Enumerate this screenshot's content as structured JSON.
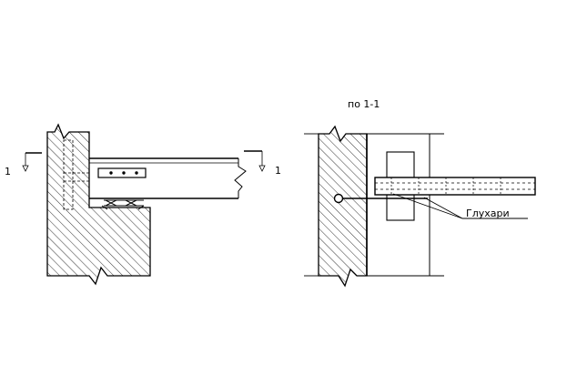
{
  "left_detail": {
    "section_mark_left": "1",
    "section_mark_right": "1"
  },
  "right_detail": {
    "title": "по 1-1",
    "callout": "Глухари"
  },
  "colors": {
    "line": "#000000",
    "background": "#ffffff"
  }
}
